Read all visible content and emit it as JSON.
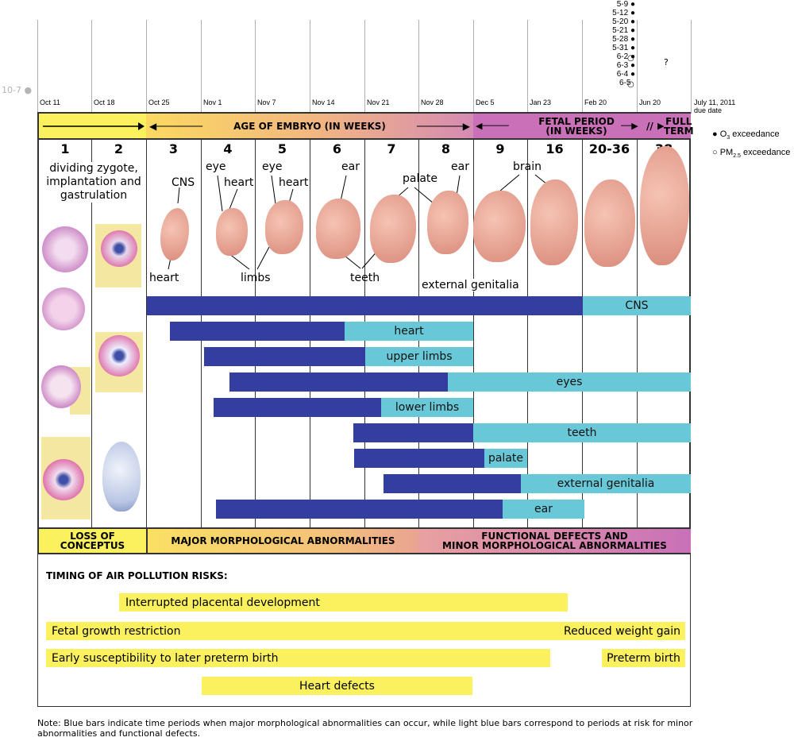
{
  "side_marker": "10-7 ●",
  "dates": [
    "Oct 11",
    "Oct 18",
    "Oct 25",
    "Nov 1",
    "Nov 7",
    "Nov 14",
    "Nov 21",
    "Nov 28",
    "Dec 5",
    "Jan 23",
    "Feb 20",
    "Jun 20"
  ],
  "due_date": {
    "line1": "July 11, 2011",
    "line2": "due date"
  },
  "exceedance_dates": [
    "5-9",
    "5-12",
    "5-20",
    "5-21",
    "5-28",
    "5-31",
    "6-2",
    "6-3",
    "6-4",
    "6-5"
  ],
  "question_mark": "?",
  "legend": {
    "o3": {
      "symbol": "●",
      "text": "O",
      "sub": "3",
      "suffix": " exceedance"
    },
    "pm": {
      "symbol": "○",
      "text": "PM",
      "sub": "2.5",
      "suffix": " exceedance"
    }
  },
  "header": {
    "age_embryo": "AGE OF EMBRYO (IN WEEKS)",
    "fetal_period_line1": "FETAL PERIOD",
    "fetal_period_line2": "(IN WEEKS)",
    "break_mark": "//",
    "full_term_line1": "FULL",
    "full_term_line2": "TERM"
  },
  "weeks": [
    "1",
    "2",
    "3",
    "4",
    "5",
    "6",
    "7",
    "8",
    "9",
    "16",
    "20-36",
    "38"
  ],
  "stage_text": {
    "col1": "dividing zygote, implantation and gastrulation",
    "cns": "CNS",
    "heart_top4": "heart",
    "eye4": "eye",
    "eye5": "eye",
    "heart5": "heart",
    "ear6": "ear",
    "palate": "palate",
    "ear8": "ear",
    "brain": "brain",
    "heart_bottom": "heart",
    "limbs": "limbs",
    "teeth": "teeth",
    "external_genitalia": "external genitalia"
  },
  "organ_bars": [
    {
      "label": "CNS"
    },
    {
      "label": "heart"
    },
    {
      "label": "upper limbs"
    },
    {
      "label": "eyes"
    },
    {
      "label": "lower limbs"
    },
    {
      "label": "teeth"
    },
    {
      "label": "palate"
    },
    {
      "label": "external genitalia"
    },
    {
      "label": "ear"
    }
  ],
  "footer_bands": {
    "loss_line1": "LOSS OF",
    "loss_line2": "CONCEPTUS",
    "major": "MAJOR MORPHOLOGICAL ABNORMALITIES",
    "functional_line1": "FUNCTIONAL DEFECTS AND",
    "functional_line2": "MINOR MORPHOLOGICAL ABNORMALITIES"
  },
  "risks_title": "TIMING OF AIR POLLUTION RISKS:",
  "risks": {
    "placental": "Interrupted placental development",
    "growth": "Fetal growth restriction",
    "weight": "Reduced weight gain",
    "preterm_early": "Early susceptibility to later preterm birth",
    "preterm": "Preterm birth",
    "heart": "Heart defects"
  },
  "note": "Note: Blue bars indicate time periods when major morphological abnormalities can occur, while light blue bars correspond to periods at risk for minor abnormalities and functional defects.",
  "colors": {
    "dark_bar": "#343ea1",
    "light_bar": "#68c8d7",
    "yellow": "#fbf05e",
    "magenta": "#c970b8"
  }
}
